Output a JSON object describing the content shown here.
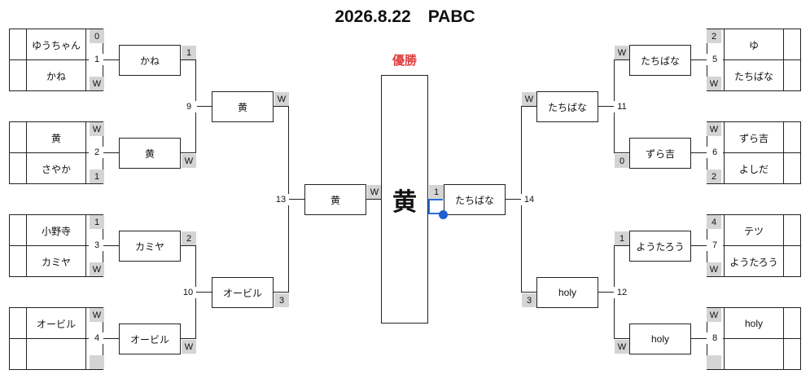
{
  "title": "2026.8.22　PABC",
  "champion_label": "優勝",
  "champion": "黄",
  "left": {
    "entries": [
      {
        "top": "ゆうちゃん",
        "bottom": "かね",
        "top_score": "0",
        "match": "1",
        "bottom_score": "W"
      },
      {
        "top": "黄",
        "bottom": "さやか",
        "top_score": "W",
        "match": "2",
        "bottom_score": "1"
      },
      {
        "top": "小野寺",
        "bottom": "カミヤ",
        "top_score": "1",
        "match": "3",
        "bottom_score": "W"
      },
      {
        "top": "オービル",
        "bottom": "",
        "top_score": "W",
        "match": "4",
        "bottom_score": ""
      }
    ],
    "round2": [
      {
        "name": "かね",
        "score": "1"
      },
      {
        "name": "黄",
        "score": "W"
      },
      {
        "name": "カミヤ",
        "score": "2"
      },
      {
        "name": "オービル",
        "score": "W"
      }
    ],
    "round3": [
      {
        "name": "黄",
        "score": "W",
        "match": "9"
      },
      {
        "name": "オービル",
        "score": "3",
        "match": "10"
      }
    ],
    "semi": {
      "name": "黄",
      "score": "W",
      "match": "13"
    }
  },
  "right": {
    "entries": [
      {
        "top": "ゆ",
        "bottom": "たちばな",
        "top_score": "2",
        "match": "5",
        "bottom_score": "W"
      },
      {
        "top": "ずら吉",
        "bottom": "よしだ",
        "top_score": "W",
        "match": "6",
        "bottom_score": "2"
      },
      {
        "top": "テツ",
        "bottom": "ようたろう",
        "top_score": "4",
        "match": "7",
        "bottom_score": "W"
      },
      {
        "top": "holy",
        "bottom": "",
        "top_score": "W",
        "match": "8",
        "bottom_score": ""
      }
    ],
    "round2": [
      {
        "name": "たちばな",
        "score": "W"
      },
      {
        "name": "ずら吉",
        "score": "0"
      },
      {
        "name": "ようたろう",
        "score": "1"
      },
      {
        "name": "holy",
        "score": "W"
      }
    ],
    "round3": [
      {
        "name": "たちばな",
        "score": "W",
        "match": "11"
      },
      {
        "name": "holy",
        "score": "3",
        "match": "12"
      }
    ],
    "semi": {
      "name": "たちばな",
      "score": "1",
      "match": "14"
    }
  }
}
